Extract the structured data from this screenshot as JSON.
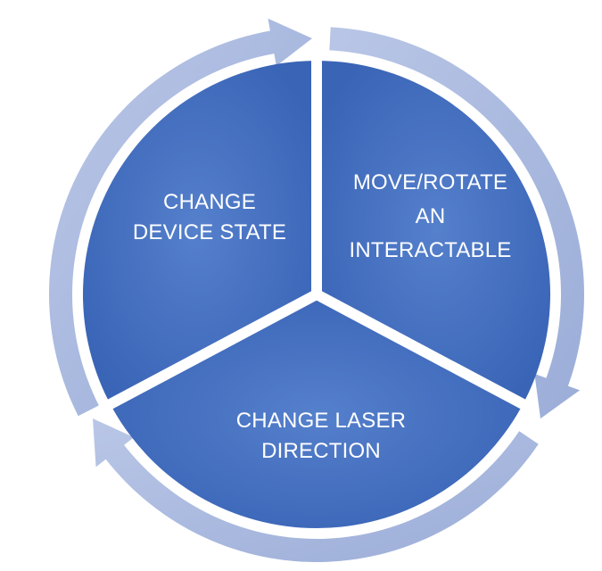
{
  "diagram": {
    "type": "cycle",
    "colors": {
      "segment_fill": "#4672c4",
      "segment_fill_dark": "#2f5aa8",
      "ring": "#a9b8de",
      "ring_light": "#c5d0ec",
      "text": "#ffffff",
      "background": "#ffffff"
    },
    "segments": [
      {
        "id": "top-left",
        "lines": [
          "CHANGE",
          "DEVICE STATE"
        ]
      },
      {
        "id": "top-right",
        "lines": [
          "MOVE/ROTATE",
          "AN",
          "INTERACTABLE"
        ]
      },
      {
        "id": "bottom",
        "lines": [
          "CHANGE LASER",
          "DIRECTION"
        ]
      }
    ],
    "arrows": [
      "clockwise-arrow-top",
      "clockwise-arrow-right",
      "clockwise-arrow-bottom"
    ]
  }
}
